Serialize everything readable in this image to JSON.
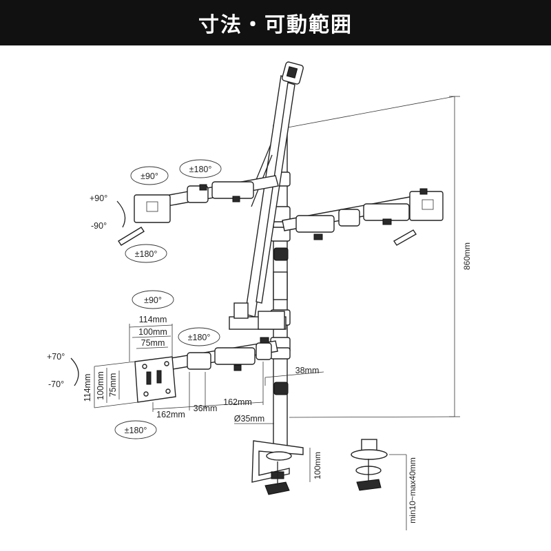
{
  "header": {
    "title": "寸法・可動範囲"
  },
  "labels": {
    "rot_90_top": "±90°",
    "rot_180_top": "±180°",
    "tilt_plus90": "+90°",
    "tilt_minus90": "-90°",
    "rot_180_mid": "±180°",
    "rot_90_lower": "±90°",
    "rot_180_lower": "±180°",
    "tilt_plus70": "+70°",
    "tilt_minus70": "-70°",
    "rot_180_bottom": "±180°",
    "vesa_114_w": "114mm",
    "vesa_100_w": "100mm",
    "vesa_75_w": "75mm",
    "vesa_114_h": "114mm",
    "vesa_100_h": "100mm",
    "vesa_75_h": "75mm",
    "arm_162_a": "162mm",
    "arm_36": "36mm",
    "arm_162_b": "162mm",
    "pole_38": "38mm",
    "pole_dia": "Ø35mm",
    "height_860": "860mm",
    "clamp_100": "100mm",
    "clamp_range": "min10~max40mm"
  }
}
